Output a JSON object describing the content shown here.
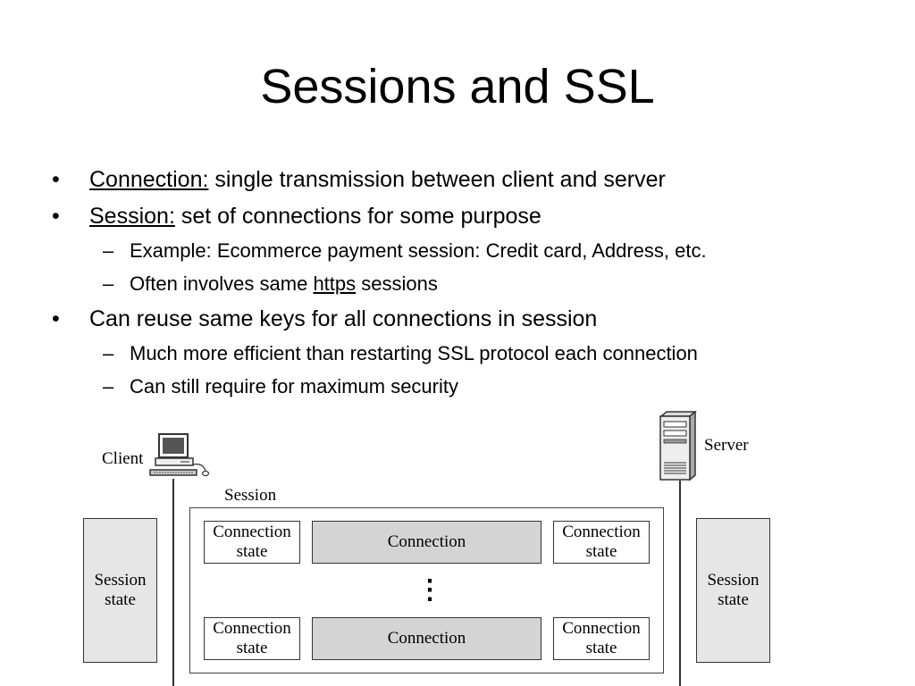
{
  "slide": {
    "title": "Sessions and SSL",
    "bullets": [
      {
        "term": "Connection:",
        "text": " single transmission between client and server"
      },
      {
        "term": "Session:",
        "text": " set of connections for some purpose",
        "subs": [
          {
            "text": "Example: Ecommerce payment session: Credit card, Address, etc."
          },
          {
            "pre": "Often involves same ",
            "link": "https",
            "post": " sessions"
          }
        ]
      },
      {
        "text": "Can reuse same keys for all connections in session",
        "subs": [
          {
            "text": "Much more efficient than restarting SSL protocol each connection"
          },
          {
            "text": "Can still require for maximum security"
          }
        ]
      }
    ],
    "bullet_mark": "•",
    "sub_mark": "–"
  },
  "diagram": {
    "client_label": "Client",
    "server_label": "Server",
    "session_label": "Session",
    "session_state": "Session state",
    "connection_state": "Connection state",
    "connection": "Connection",
    "ellipsis": "⋮",
    "colors": {
      "connection_fill": "#d4d4d4",
      "state_fill": "#e6e6e6",
      "stroke": "#333333"
    }
  }
}
